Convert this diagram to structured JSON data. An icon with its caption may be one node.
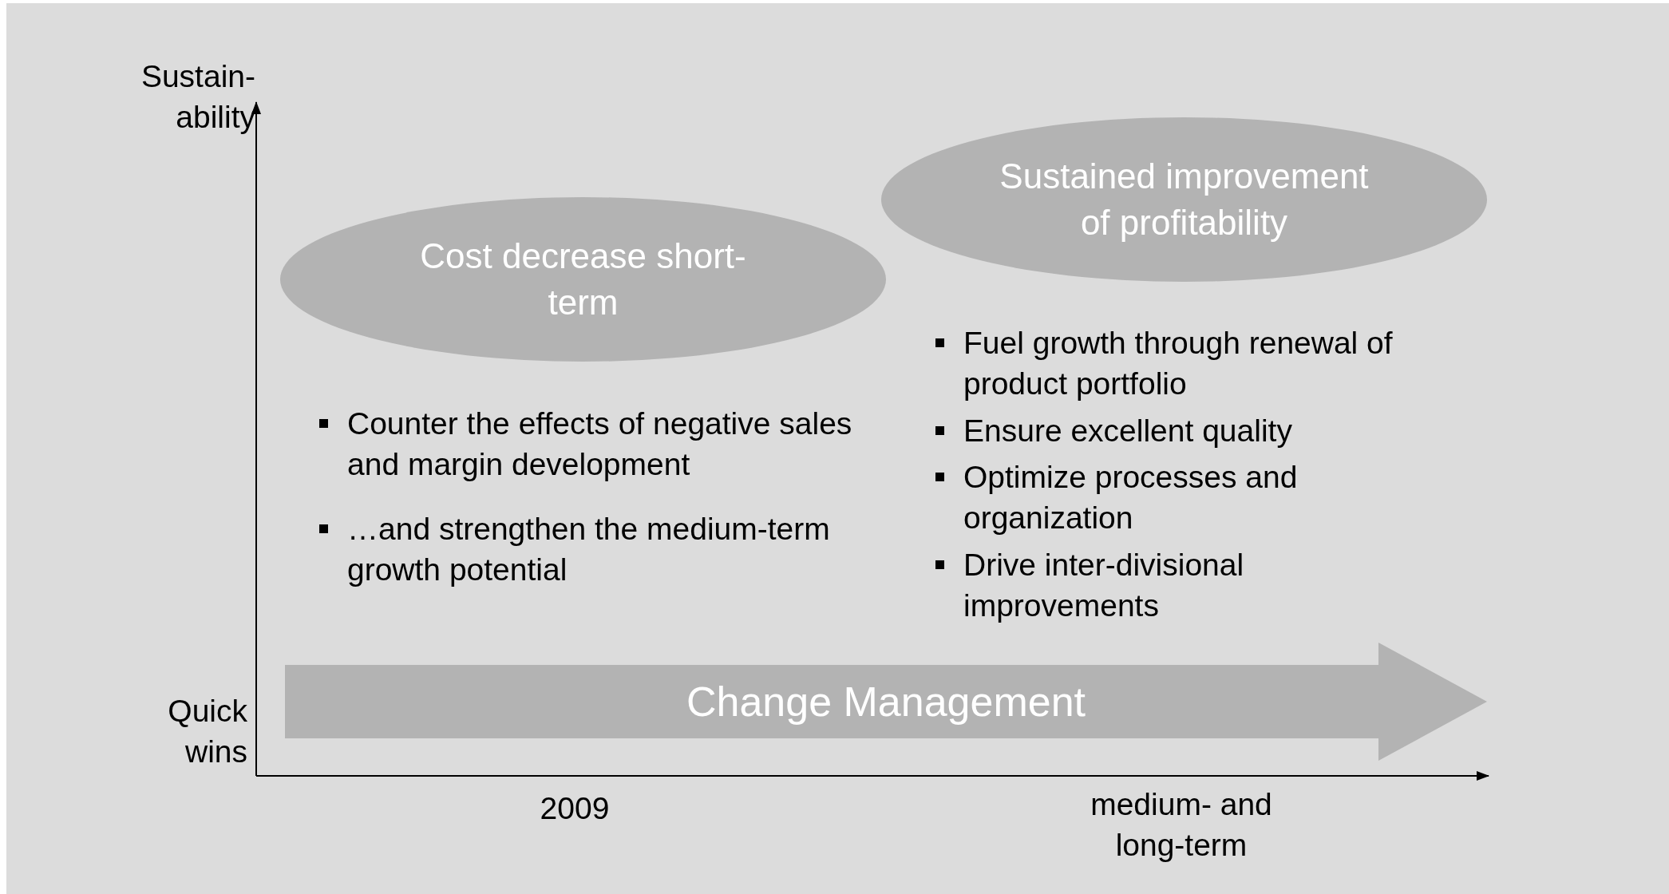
{
  "diagram": {
    "nodes": [
      {
        "text": [
          "Cost decrease short-term"
        ]
      },
      {
        "text": [
          "Sustained improvement of profitability"
        ]
      },
      {
        "text": [
          "Change Management"
        ]
      }
    ],
    "edges": [],
    "labels": [
      "Sustain- ability",
      "Counter the effects of negative sales and margin development",
      "…and strengthen the medium-term growth potential",
      "Fuel growth through renewal of product portfolio",
      "Ensure excellent quality",
      "Optimize processes and organization",
      "Drive inter-divisional improvements",
      "Quick wins",
      "2009",
      "medium- and long-term"
    ]
  }
}
